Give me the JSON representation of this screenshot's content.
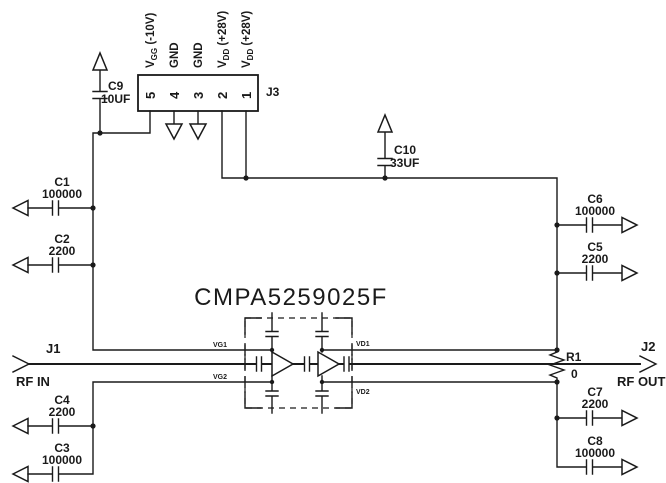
{
  "chip": {
    "part": "CMPA5259025F",
    "pins": {
      "vg1": "VG1",
      "vg2": "VG2",
      "vd1": "VD1",
      "vd2": "VD2"
    }
  },
  "connector": {
    "name": "J3",
    "pins": [
      {
        "num": "5",
        "pre": "V",
        "sub": "GG",
        "post": " (-10V)"
      },
      {
        "num": "4",
        "pre": "GND",
        "sub": "",
        "post": ""
      },
      {
        "num": "3",
        "pre": "GND",
        "sub": "",
        "post": ""
      },
      {
        "num": "2",
        "pre": "V",
        "sub": "DD",
        "post": " (+28V)"
      },
      {
        "num": "1",
        "pre": "V",
        "sub": "DD",
        "post": " (+28V)"
      }
    ]
  },
  "ports": {
    "input": {
      "name": "J1",
      "label": "RF IN"
    },
    "output": {
      "name": "J2",
      "label": "RF OUT"
    }
  },
  "capacitors": {
    "c1": {
      "name": "C1",
      "value": "100000"
    },
    "c2": {
      "name": "C2",
      "value": "2200"
    },
    "c3": {
      "name": "C3",
      "value": "100000"
    },
    "c4": {
      "name": "C4",
      "value": "2200"
    },
    "c5": {
      "name": "C5",
      "value": "2200"
    },
    "c6": {
      "name": "C6",
      "value": "100000"
    },
    "c7": {
      "name": "C7",
      "value": "2200"
    },
    "c8": {
      "name": "C8",
      "value": "100000"
    },
    "c9": {
      "name": "C9",
      "value": "10UF"
    },
    "c10": {
      "name": "C10",
      "value": "33UF"
    }
  },
  "resistor": {
    "name": "R1",
    "value": "0"
  },
  "colors": {
    "line": "#1a1a1a",
    "bg": "#ffffff"
  }
}
